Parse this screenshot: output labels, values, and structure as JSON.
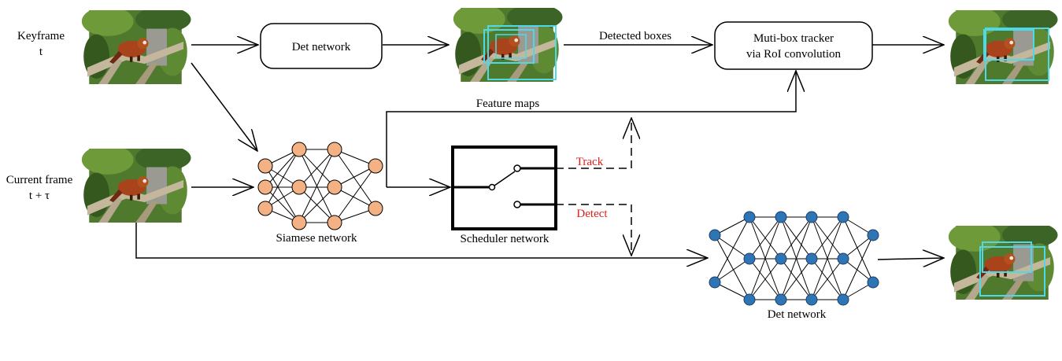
{
  "inputs": {
    "keyframe_line1": "Keyframe",
    "keyframe_line2": "t",
    "current_line1": "Current frame",
    "current_line2": "t + τ"
  },
  "blocks": {
    "det_network_top": "Det network",
    "tracker_line1": "Muti-box tracker",
    "tracker_line2": "via RoI convolution",
    "siamese_network": "Siamese network",
    "scheduler_network": "Scheduler network",
    "det_network_bottom": "Det network"
  },
  "edges": {
    "detected_boxes": "Detected boxes",
    "feature_maps": "Feature maps",
    "track": "Track",
    "detect": "Detect"
  },
  "colors": {
    "siamese_node": "#f4b183",
    "det_node": "#2e75b6",
    "box": "#4dd9e8",
    "track_detect_label": "#e31b1b"
  }
}
